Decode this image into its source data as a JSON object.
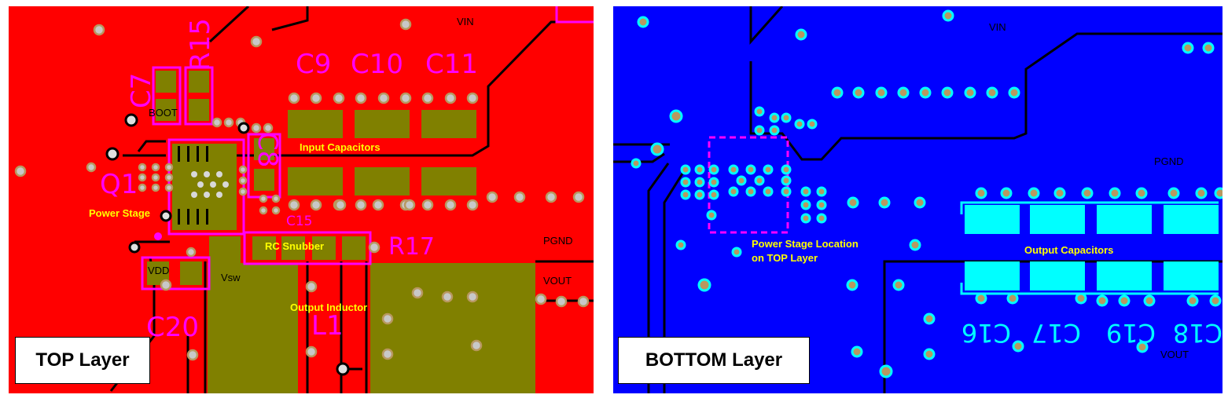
{
  "top_layer": {
    "label": "TOP Layer",
    "designators": [
      "R15",
      "C7",
      "C8",
      "C9",
      "C10",
      "C11",
      "Q1",
      "C15",
      "R17",
      "C20",
      "L1"
    ],
    "nets": [
      "VIN",
      "BOOT",
      "PGND",
      "VDD",
      "Vsw",
      "VOUT"
    ],
    "annotations": [
      "Input Capacitors",
      "Power Stage",
      "RC Snubber",
      "Output Inductor"
    ]
  },
  "bottom_layer": {
    "label": "BOTTOM Layer",
    "designators_mirrored": [
      "C16",
      "C17",
      "C19",
      "C18"
    ],
    "nets": [
      "VIN",
      "PGND",
      "VOUT"
    ],
    "annotations": [
      "Power Stage Location",
      "on TOP Layer",
      "Output Capacitors"
    ]
  },
  "colors": {
    "top_copper": "#ff0000",
    "bottom_copper": "#0000ff",
    "pad": "#808000",
    "bottom_pad": "#00ffff",
    "silkscreen": "#ff00ff",
    "annotation": "#ffff00",
    "trace": "#000000"
  }
}
